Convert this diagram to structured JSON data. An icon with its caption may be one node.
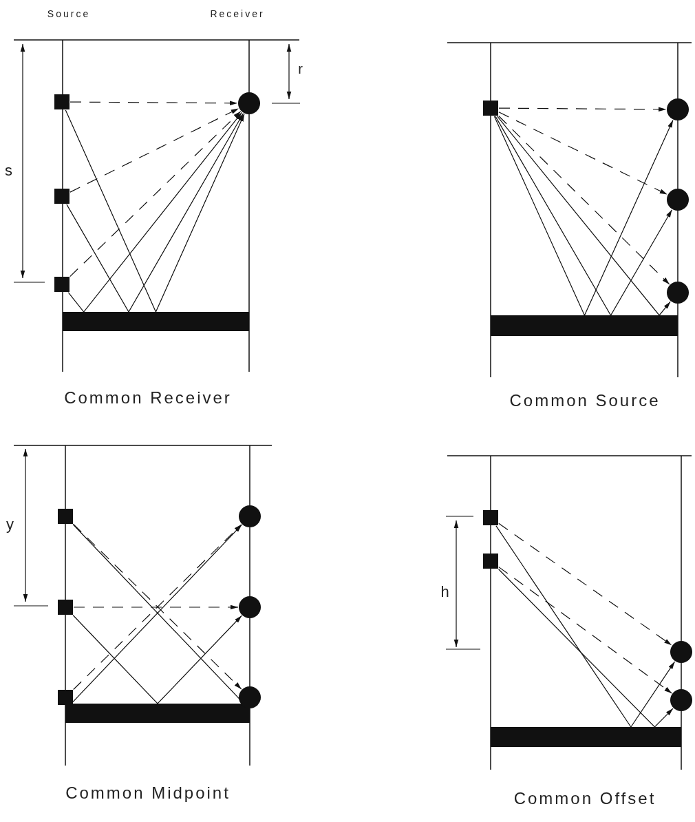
{
  "diagram": {
    "nodes": [
      {
        "text": [],
        "shape": "box"
      },
      {
        "text": [],
        "shape": "box"
      },
      {
        "text": [],
        "shape": "box"
      },
      {
        "text": [],
        "shape": "circle"
      },
      {
        "text": [],
        "shape": "box"
      },
      {
        "text": [],
        "shape": "circle"
      },
      {
        "text": [],
        "shape": "circle"
      },
      {
        "text": [],
        "shape": "circle"
      },
      {
        "text": [],
        "shape": "box"
      },
      {
        "text": [],
        "shape": "box"
      },
      {
        "text": [],
        "shape": "box"
      },
      {
        "text": [],
        "shape": "circle"
      },
      {
        "text": [],
        "shape": "circle"
      },
      {
        "text": [],
        "shape": "circle"
      },
      {
        "text": [],
        "shape": "box"
      },
      {
        "text": [],
        "shape": "box"
      },
      {
        "text": [],
        "shape": "circle"
      },
      {
        "text": [],
        "shape": "circle"
      }
    ],
    "edges": [
      {
        "from": 0,
        "to": 3,
        "arrow": "to",
        "style": "dashed"
      },
      {
        "from": 1,
        "to": 3,
        "arrow": "to",
        "style": "dashed"
      },
      {
        "from": 2,
        "to": 3,
        "arrow": "to",
        "style": "dashed"
      },
      {
        "from": 0,
        "to": 3,
        "arrow": "to"
      },
      {
        "from": 1,
        "to": 3,
        "arrow": "to"
      },
      {
        "from": 2,
        "to": 3,
        "arrow": "to"
      },
      {
        "from": 4,
        "to": 5,
        "arrow": "to",
        "style": "dashed"
      },
      {
        "from": 4,
        "to": 6,
        "arrow": "to",
        "style": "dashed"
      },
      {
        "from": 4,
        "to": 7,
        "arrow": "to",
        "style": "dashed"
      },
      {
        "from": 4,
        "to": 5,
        "arrow": "to"
      },
      {
        "from": 4,
        "to": 6,
        "arrow": "to"
      },
      {
        "from": 4,
        "to": 7,
        "arrow": "to"
      },
      {
        "from": 8,
        "to": 13,
        "arrow": "to",
        "style": "dashed"
      },
      {
        "from": 9,
        "to": 12,
        "arrow": "to",
        "style": "dashed"
      },
      {
        "from": 10,
        "to": 11,
        "arrow": "to",
        "style": "dashed"
      },
      {
        "from": 8,
        "to": 13,
        "arrow": "to"
      },
      {
        "from": 9,
        "to": 12,
        "arrow": "to"
      },
      {
        "from": 10,
        "to": 11,
        "arrow": "to"
      },
      {
        "from": 14,
        "to": 16,
        "arrow": "to",
        "style": "dashed"
      },
      {
        "from": 15,
        "to": 17,
        "arrow": "to",
        "style": "dashed"
      },
      {
        "from": 14,
        "to": 16,
        "arrow": "to"
      },
      {
        "from": 15,
        "to": 17,
        "arrow": "to"
      }
    ],
    "labels": [
      "Source",
      "Receiver",
      "r",
      "s",
      "Common Receiver",
      "Common Source",
      "y",
      "Common Midpoint",
      "h",
      "Common Offset"
    ]
  }
}
